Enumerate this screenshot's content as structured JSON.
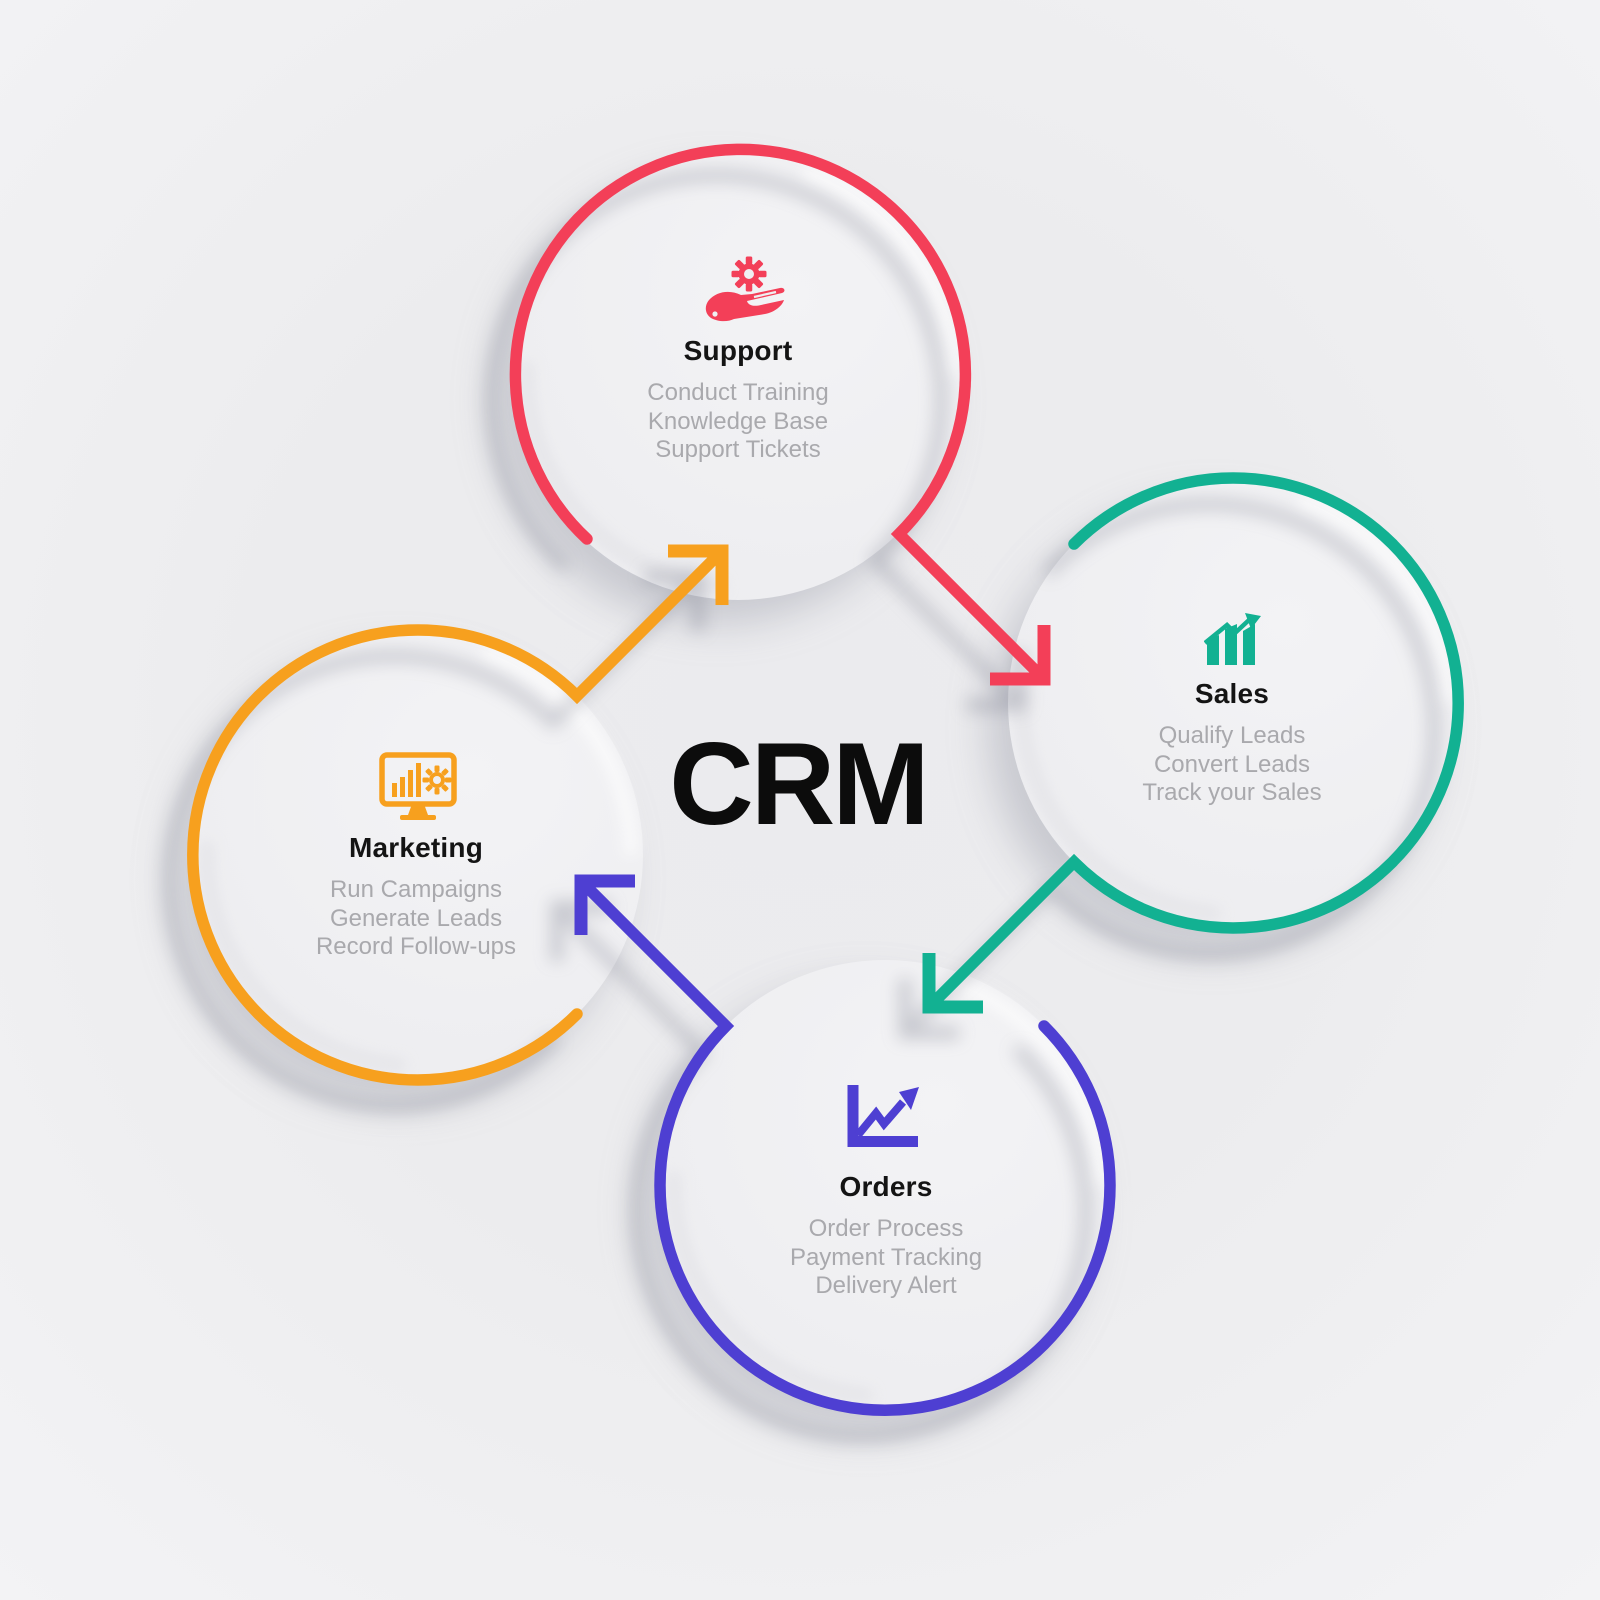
{
  "center": {
    "label": "CRM"
  },
  "nodes": [
    {
      "id": "support",
      "label": "Support",
      "color": "#F33F58",
      "icon": "hand-gear-icon",
      "items": [
        "Conduct Training",
        "Knowledge Base",
        "Support Tickets"
      ]
    },
    {
      "id": "sales",
      "label": "Sales",
      "color": "#12B192",
      "icon": "growth-bars-icon",
      "items": [
        "Qualify Leads",
        "Convert Leads",
        "Track your Sales"
      ]
    },
    {
      "id": "marketing",
      "label": "Marketing",
      "color": "#F7A01E",
      "icon": "monitor-analytics-icon",
      "items": [
        "Run Campaigns",
        "Generate Leads",
        "Record Follow-ups"
      ]
    },
    {
      "id": "orders",
      "label": "Orders",
      "color": "#4E3FD2",
      "icon": "trend-chart-icon",
      "items": [
        "Order Process",
        "Payment Tracking",
        "Delivery Alert"
      ]
    }
  ],
  "flow": [
    {
      "from": "Marketing",
      "to": "Support"
    },
    {
      "from": "Support",
      "to": "Sales"
    },
    {
      "from": "Sales",
      "to": "Orders"
    },
    {
      "from": "Orders",
      "to": "Marketing"
    }
  ],
  "palette": {
    "title_text": "#141414",
    "body_text": "#a9a9ad",
    "background": "#ececee",
    "disc": "#efeff1"
  }
}
